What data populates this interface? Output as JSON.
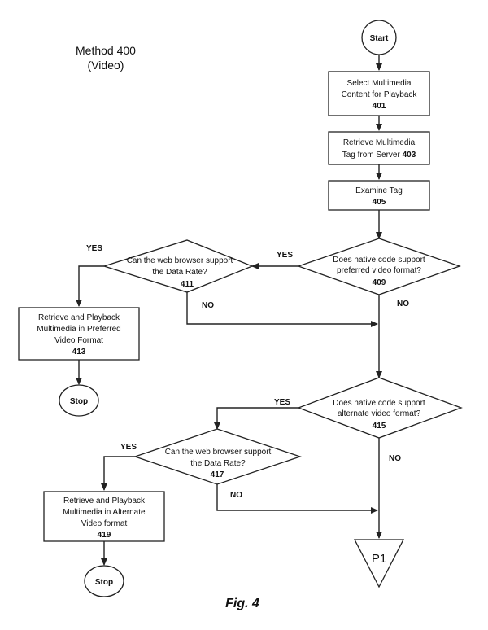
{
  "method": {
    "line1": "Method 400",
    "line2": "(Video)"
  },
  "figure_caption": "Fig. 4",
  "nodes": {
    "start": {
      "text": "Start"
    },
    "n401": {
      "line1": "Select Multimedia",
      "line2": "Content for Playback",
      "ref": "401"
    },
    "n403": {
      "line1": "Retrieve Multimedia",
      "line2": "Tag from Server",
      "ref": "403"
    },
    "n405": {
      "text": "Examine Tag",
      "ref": "405"
    },
    "n409": {
      "line1": "Does native code support",
      "line2": "preferred video format?",
      "ref": "409"
    },
    "n411": {
      "line1": "Can the web browser support",
      "line2": "the Data Rate?",
      "ref": "411"
    },
    "n413": {
      "line1": "Retrieve and Playback",
      "line2": "Multimedia in Preferred",
      "line3": "Video Format",
      "ref": "413"
    },
    "stop1": {
      "text": "Stop"
    },
    "n415": {
      "line1": "Does native code support",
      "line2": "alternate video format?",
      "ref": "415"
    },
    "n417": {
      "line1": "Can the web browser support",
      "line2": "the Data Rate?",
      "ref": "417"
    },
    "n419": {
      "line1": "Retrieve and Playback",
      "line2": "Multimedia in Alternate",
      "line3": "Video format",
      "ref": "419"
    },
    "stop2": {
      "text": "Stop"
    },
    "p1": {
      "text": "P1"
    }
  },
  "edge_labels": {
    "yes_409": "YES",
    "no_409": "NO",
    "yes_411": "YES",
    "no_411": "NO",
    "yes_415": "YES",
    "no_415": "NO",
    "yes_417": "YES",
    "no_417": "NO"
  }
}
